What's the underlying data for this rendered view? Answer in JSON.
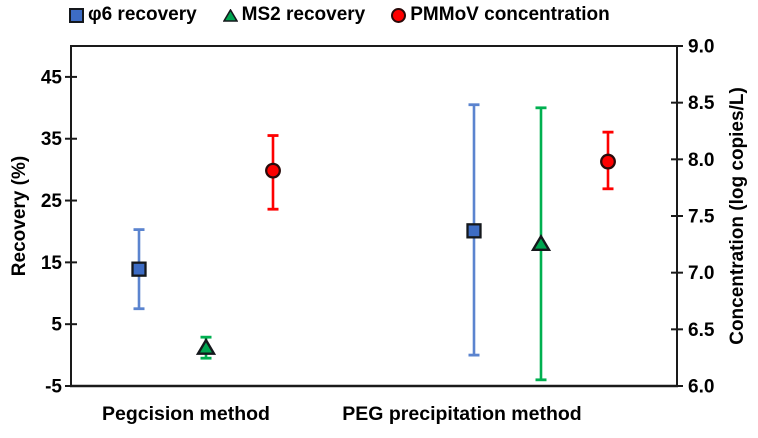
{
  "chart_data": {
    "type": "scatter",
    "title": "",
    "categories": [
      "Pegcision method",
      "PEG precipitation method"
    ],
    "legend_position": "top",
    "grid": false,
    "left_axis": {
      "label": "Recovery (%)",
      "min": -5,
      "max": 50,
      "tick_values": [
        -5,
        5,
        15,
        25,
        35,
        45
      ],
      "tick_labels": [
        "-5",
        "5",
        "15",
        "25",
        "35",
        "45"
      ]
    },
    "right_axis": {
      "label": "Concentration (log copies/L)",
      "min": 6.0,
      "max": 9.0,
      "tick_values": [
        6.0,
        6.5,
        7.0,
        7.5,
        8.0,
        8.5,
        9.0
      ],
      "tick_labels": [
        "6.0",
        "6.5",
        "7.0",
        "7.5",
        "8.0",
        "8.5",
        "9.0"
      ]
    },
    "series": [
      {
        "name": "φ6 recovery",
        "axis": "left",
        "marker": "square",
        "marker_color": "#3d6cc4",
        "marker_border": "#15181c",
        "error_color": "#5b84cf",
        "values": [
          13.9,
          20.1
        ],
        "err_low": [
          7.5,
          0.0
        ],
        "err_high": [
          20.3,
          40.5
        ]
      },
      {
        "name": "MS2 recovery",
        "axis": "left",
        "marker": "triangle",
        "marker_color": "#00a550",
        "marker_border": "#15181c",
        "error_color": "#00b050",
        "values": [
          1.2,
          18.0
        ],
        "err_low": [
          -0.5,
          -4.0
        ],
        "err_high": [
          2.9,
          40.0
        ]
      },
      {
        "name": "PMMoV concentration",
        "axis": "right",
        "marker": "circle",
        "marker_color": "#fe0000",
        "marker_border": "#2a0a0a",
        "error_color": "#fe0000",
        "values": [
          7.9,
          7.98
        ],
        "err_low": [
          7.56,
          7.74
        ],
        "err_high": [
          8.21,
          8.24
        ]
      }
    ]
  },
  "colors": {
    "axis_line": "#1a1a1a",
    "text": "#000000"
  }
}
